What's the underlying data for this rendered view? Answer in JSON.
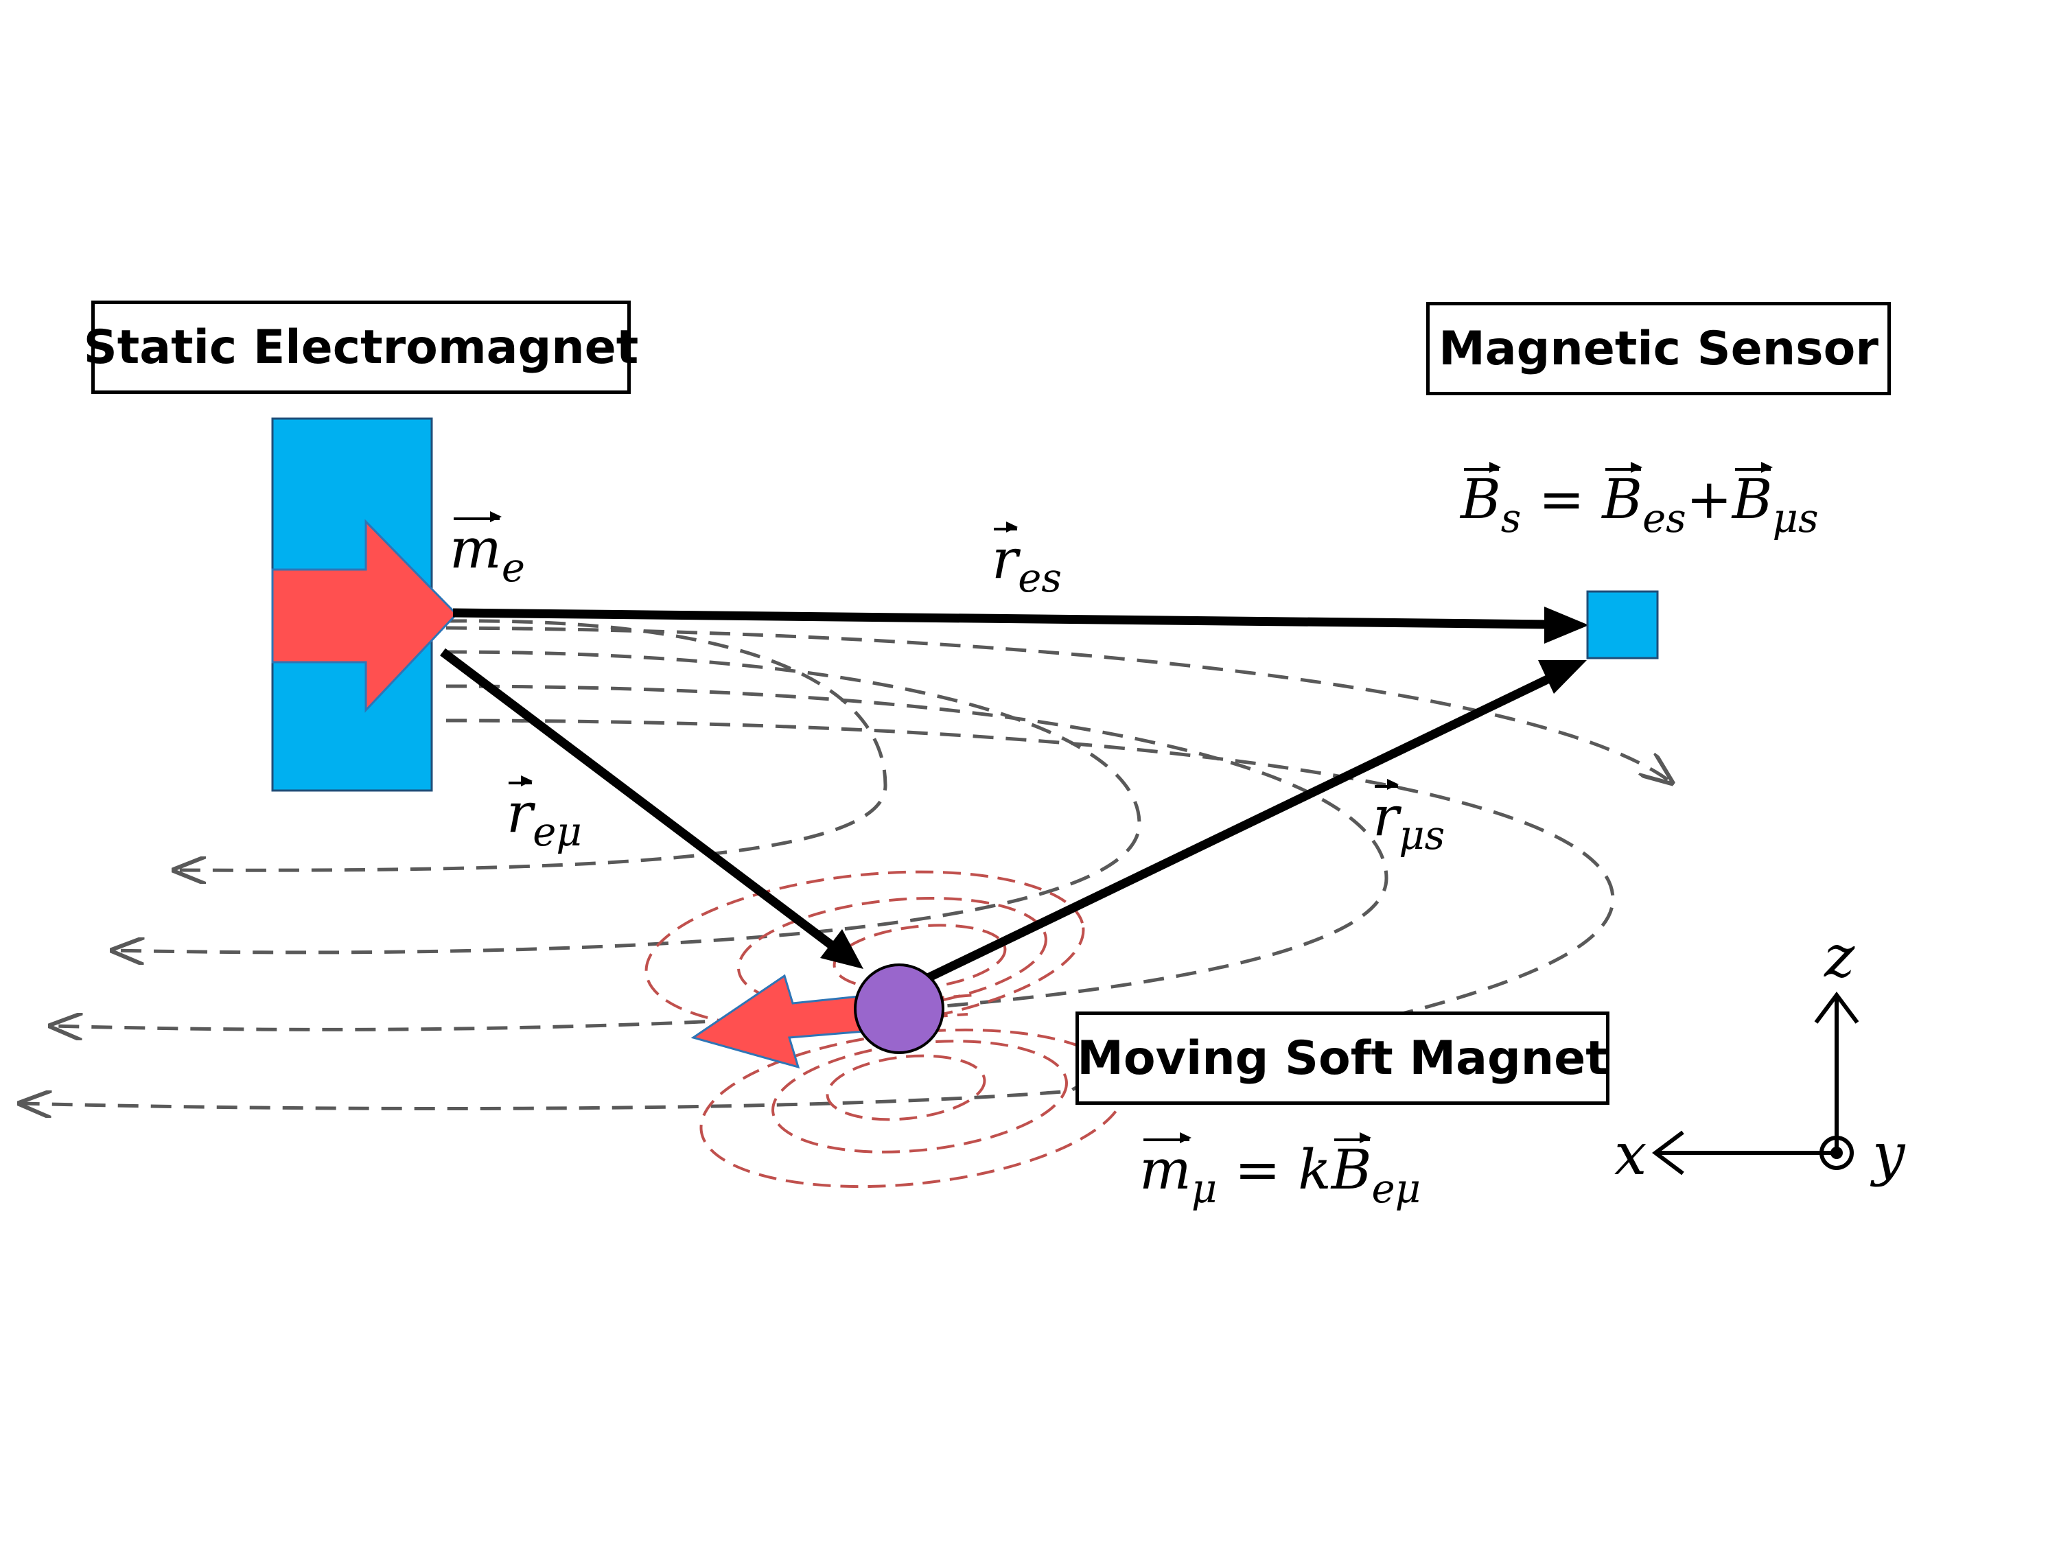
{
  "labels": {
    "electromagnet": "Static Electromagnet",
    "sensor": "Magnetic Sensor",
    "soft_magnet": "Moving Soft Magnet"
  },
  "math": {
    "m_e": {
      "base": "m",
      "sub": "e"
    },
    "r_es": {
      "base": "r",
      "sub": "es"
    },
    "r_emu": {
      "base": "r",
      "sub": "eμ"
    },
    "r_mus": {
      "base": "r",
      "sub": "μs"
    },
    "sensor_eq": {
      "lhs_base": "B",
      "lhs_sub": "s",
      "equals": "=",
      "t1_base": "B",
      "t1_sub": "es",
      "plus": "+",
      "t2_base": "B",
      "t2_sub": "μs"
    },
    "moment_eq": {
      "lhs_base": "m",
      "lhs_sub": "μ",
      "equals": "=",
      "coef": "k",
      "rhs_base": "B",
      "rhs_sub": "eμ"
    }
  },
  "axes": {
    "horizontal": "x",
    "vertical": "z",
    "out_of_page": "y"
  },
  "colors": {
    "electromagnet": "#00b0f0",
    "sensor": "#00b0f0",
    "moment_arrow": "#ff5050",
    "soft_magnet": "#9966cc",
    "field_lines_electromagnet": "#595959",
    "field_lines_soft_magnet": "#c0504d",
    "vectors": "#000000"
  }
}
